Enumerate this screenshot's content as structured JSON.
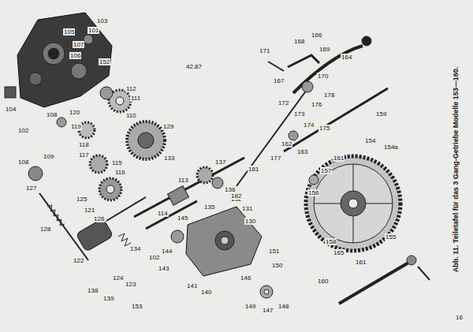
{
  "diagram": {
    "caption": "Abb. 11. Teiletafel für das 3 Gang-Getriebe Modelle 153—160.",
    "labels": [
      "101",
      "103",
      "105",
      "107",
      "106",
      "152",
      "112",
      "111",
      "110",
      "129",
      "104",
      "102",
      "108",
      "120",
      "119",
      "118",
      "117",
      "115",
      "116",
      "133",
      "108",
      "109",
      "127",
      "125",
      "121",
      "126",
      "128",
      "122",
      "134",
      "102",
      "124",
      "123",
      "138",
      "139",
      "153",
      "113",
      "114",
      "141",
      "140",
      "143",
      "137",
      "136",
      "135",
      "132",
      "131",
      "130",
      "145",
      "144",
      "151",
      "150",
      "149",
      "147",
      "148",
      "146",
      "181",
      "182",
      "177",
      "171",
      "172",
      "173",
      "168",
      "166",
      "169",
      "167",
      "170",
      "164",
      "159",
      "176",
      "175",
      "174",
      "178",
      "162",
      "163",
      "161",
      "156",
      "157",
      "158",
      "154",
      "154a",
      "155",
      "160",
      "161",
      "165",
      "16",
      "42.87"
    ]
  }
}
